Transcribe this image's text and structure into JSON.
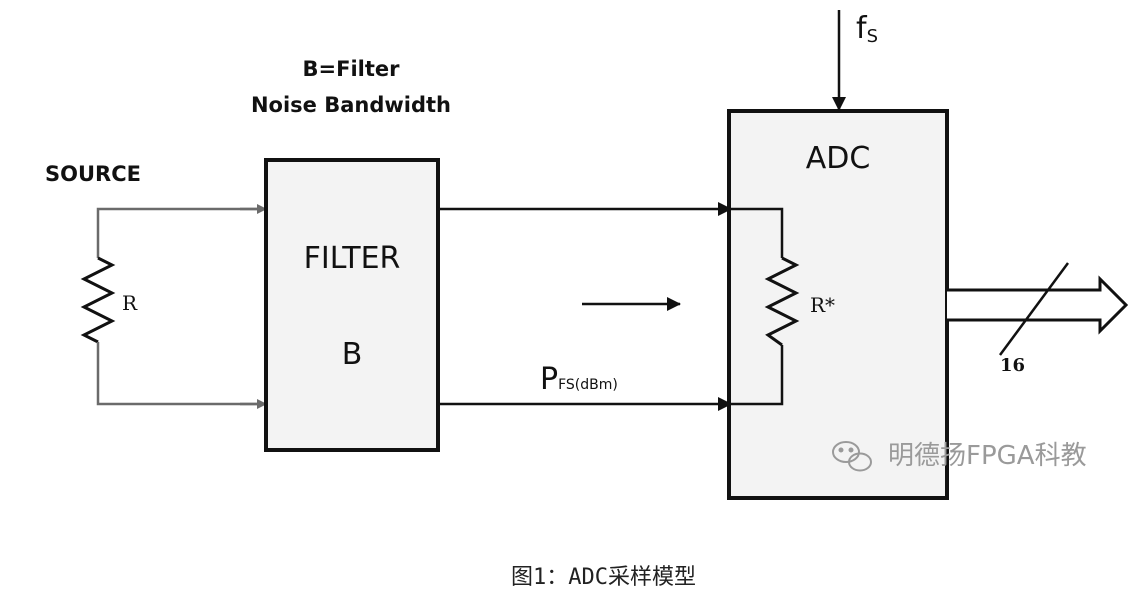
{
  "labels": {
    "source": "SOURCE",
    "filter_title_line1": "B=Filter",
    "filter_title_line2": "Noise Bandwidth",
    "filter_box_name": "FILTER",
    "filter_box_b": "B",
    "source_resistor": "R",
    "adc_title": "ADC",
    "adc_resistor": "R*",
    "power_main": "P",
    "power_sub": "FS(dBm)",
    "clock_main": "f",
    "clock_sub": "S",
    "bus_width": "16"
  },
  "watermark": "明德扬FPGA科教",
  "caption": "图1：ADC采样模型",
  "colors": {
    "line_dark": "#111111",
    "line_gray": "#6b6b6b",
    "box_fill": "#f3f3f3",
    "watermark": "#9a9a9a"
  }
}
